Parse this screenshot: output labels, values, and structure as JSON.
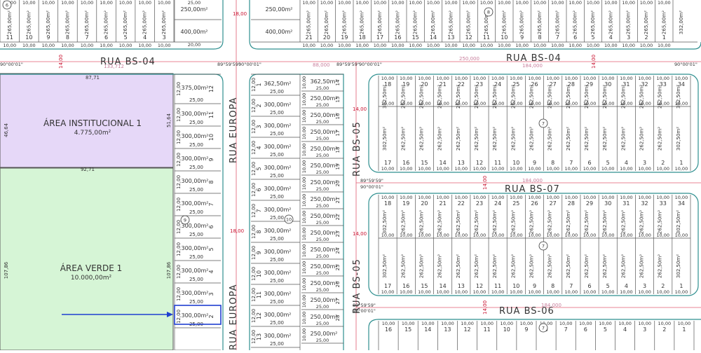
{
  "streets": {
    "bs04_left": "RUA  BS-04",
    "bs04_right": "RUA  BS-04",
    "bs05_top": "RUA  BS-05",
    "bs05_bottom": "RUA  BS-05",
    "bs06": "RUA  BS-06",
    "bs07": "RUA  BS-07",
    "europa_top": "RUA  EUROPA",
    "europa_bottom": "RUA  EUROPA"
  },
  "areas": {
    "institucional_name": "ÁREA INSTITUCIONAL 1",
    "institucional_size": "4.775,00m²",
    "verde_name": "ÁREA VERDE 1",
    "verde_size": "10.000,00m²"
  },
  "dims": {
    "w8771": "87,71",
    "w9271": "92,71",
    "h4664": "46,64",
    "h5164": "51,64",
    "h10786": "107,86",
    "w20": "20,00",
    "w25": "25,00",
    "w14": "14,00",
    "w18": "18,00",
    "w10": "10,00",
    "w12": "12,00",
    "a8959": "89°59'59\"",
    "a9000": "90°00'01\"",
    "d133712": "133,712",
    "d250": "250,000",
    "d184": "184,000",
    "d88": "88,000"
  },
  "quadras": {
    "q_left": "6",
    "q_right_top": "8",
    "q_europa": "9",
    "q_mid": "10",
    "q_c": "7"
  },
  "lots": {
    "col_left": {
      "areas": [
        "375,00m²",
        "300,00m²",
        "300,00m²",
        "300,00m²",
        "300,00m²",
        "300,00m²",
        "300,00m²",
        "300,00m²",
        "300,00m²",
        "300,00m²",
        "300,00m²"
      ],
      "numbers": [
        "12",
        "11",
        "10",
        "9",
        "8",
        "7",
        "6",
        "5",
        "4",
        "3",
        "2"
      ]
    },
    "col_europa": {
      "areas": [
        "362,50m²",
        "300,00m²",
        "300,00m²",
        "300,00m²",
        "300,00m²",
        "300,00m²",
        "300,00m²",
        "300,00m²",
        "300,00m²",
        "300,00m²",
        "300,00m²",
        "300,00m²",
        "300,00m²"
      ],
      "numbers": [
        "1",
        "2",
        "3",
        "4",
        "5",
        "6",
        "7",
        "8",
        "9",
        "10",
        "11",
        "12",
        "13"
      ]
    },
    "col_bs05": {
      "areas": [
        "362,50m²",
        "250,00m²",
        "250,00m²",
        "250,00m²",
        "250,00m²",
        "250,00m²",
        "250,00m²",
        "250,00m²",
        "250,00m²",
        "250,00m²",
        "250,00m²",
        "250,00m²",
        "250,00m²",
        "250,00m²",
        "250,00m²"
      ],
      "numbers": [
        "14",
        "15",
        "16",
        "17",
        "18",
        "19",
        "20",
        "21",
        "22",
        "23",
        "24",
        "25",
        "26",
        "27",
        "28"
      ]
    },
    "block_top_numbers": [
      "18",
      "19",
      "20",
      "21",
      "22",
      "23",
      "24",
      "25",
      "26",
      "27",
      "28",
      "29",
      "30",
      "31",
      "32",
      "33",
      "34"
    ],
    "block_bottom_numbers": [
      "17",
      "16",
      "15",
      "14",
      "13",
      "12",
      "11",
      "10",
      "9",
      "8",
      "7",
      "6",
      "5",
      "4",
      "3",
      "2",
      "1"
    ],
    "block_area": "262,50m²",
    "block_corner_area": "302,50m²",
    "top_row_left": [
      "11",
      "10",
      "9",
      "8",
      "7",
      "6",
      "5",
      "4",
      "3"
    ],
    "top_row_mid": [
      "21",
      "20",
      "19",
      "18",
      "17",
      "16",
      "15",
      "14",
      "13",
      "12",
      "11",
      "10",
      "9",
      "8",
      "7",
      "6",
      "5",
      "4",
      "3",
      "2",
      "1"
    ],
    "top_area": "265,00m²",
    "top_area_250": "250,00m²",
    "top_area_400": "400,00m²",
    "top_area_332": "332,00m²",
    "bottom_row_numbers": [
      "16",
      "15",
      "14",
      "13",
      "12",
      "11",
      "10",
      "9",
      "8",
      "7",
      "6",
      "5",
      "4",
      "3",
      "2",
      "1"
    ]
  }
}
